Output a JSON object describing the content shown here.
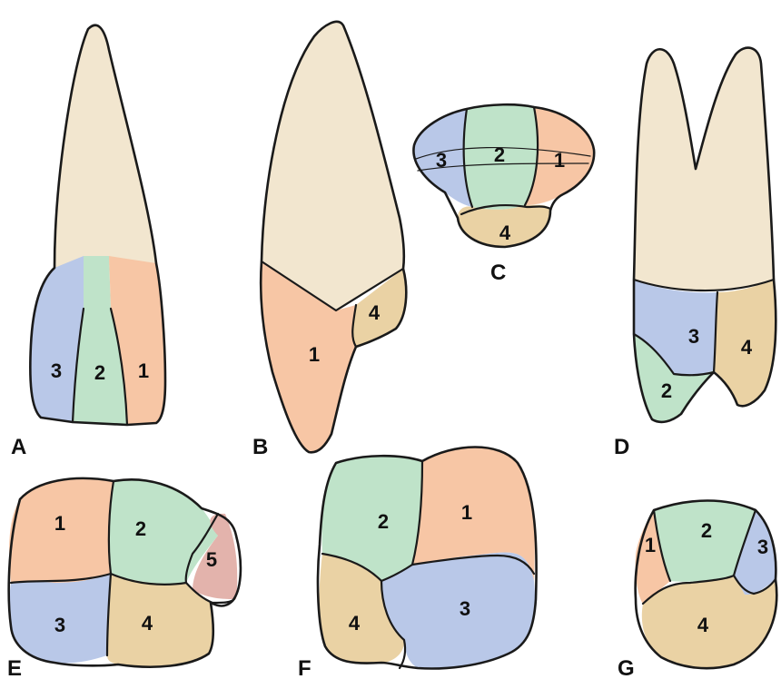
{
  "colors": {
    "root": "#f2e6cf",
    "lobe_1": "#f7c6a5",
    "lobe_2": "#bfe3c9",
    "lobe_3": "#b9c8e8",
    "lobe_4": "#ead2a4",
    "lobe_5": "#e3b3ac",
    "outline": "#1a1a1a"
  },
  "panels": {
    "A": {
      "letter": "A",
      "labels": [
        "3",
        "2",
        "1"
      ]
    },
    "B": {
      "letter": "B",
      "labels": [
        "1",
        "4"
      ]
    },
    "C": {
      "letter": "C",
      "labels": [
        "3",
        "2",
        "1",
        "4"
      ]
    },
    "D": {
      "letter": "D",
      "labels": [
        "3",
        "4",
        "2"
      ]
    },
    "E": {
      "letter": "E",
      "labels": [
        "1",
        "2",
        "5",
        "3",
        "4"
      ]
    },
    "F": {
      "letter": "F",
      "labels": [
        "2",
        "1",
        "4",
        "3"
      ]
    },
    "G": {
      "letter": "G",
      "labels": [
        "1",
        "2",
        "3",
        "4"
      ]
    }
  }
}
